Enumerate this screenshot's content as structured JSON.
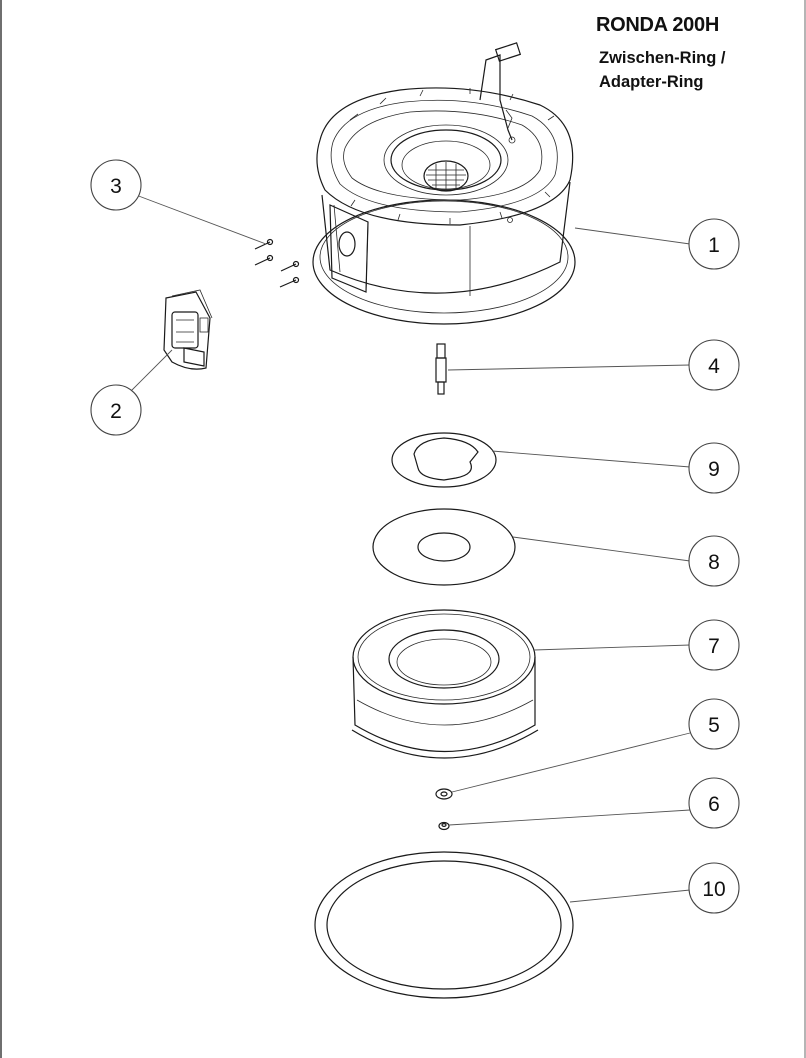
{
  "header": {
    "title": "RONDA 200H",
    "subtitle_line1": "Zwischen-Ring /",
    "subtitle_line2": "Adapter-Ring"
  },
  "callouts": [
    {
      "id": "c1",
      "label": "1"
    },
    {
      "id": "c2",
      "label": "2"
    },
    {
      "id": "c3",
      "label": "3"
    },
    {
      "id": "c4",
      "label": "4"
    },
    {
      "id": "c5",
      "label": "5"
    },
    {
      "id": "c6",
      "label": "6"
    },
    {
      "id": "c7",
      "label": "7"
    },
    {
      "id": "c8",
      "label": "8"
    },
    {
      "id": "c9",
      "label": "9"
    },
    {
      "id": "c10",
      "label": "10"
    }
  ]
}
